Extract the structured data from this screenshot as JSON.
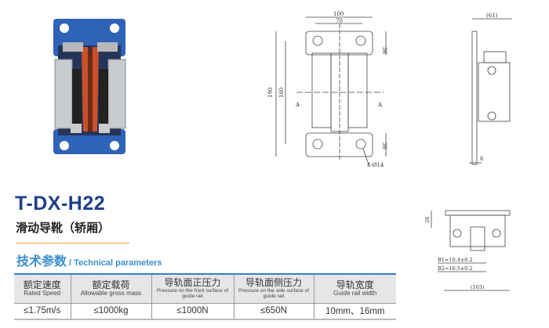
{
  "product": {
    "model": "T-DX-H22",
    "name": "滑动导靴（轿厢）"
  },
  "section": {
    "title_cn": "技术参数",
    "title_en": "/ Technical parameters"
  },
  "table": {
    "headers": [
      {
        "cn": "额定速度",
        "en": "Rated Speed"
      },
      {
        "cn": "额定载荷",
        "en": "Allowable gross mass"
      },
      {
        "cn": "导轨面正压力",
        "en": "Pressure on the front surface of guide rail"
      },
      {
        "cn": "导轨面侧压力",
        "en": "Pressure on the side surface of guide rail"
      },
      {
        "cn": "导轨宽度",
        "en": "Guide rail width"
      }
    ],
    "row": [
      "≤1.75m/s",
      "≤1000kg",
      "≤1000N",
      "≤650N",
      "10mm、16mm"
    ]
  },
  "drawing": {
    "front": {
      "width_total": "100",
      "hole_spacing": "70",
      "height_total": "190",
      "hole_vertical": "160",
      "top_offset": "36",
      "bottom_offset": "36",
      "section_mark": "A",
      "holes": "4-Ø14"
    },
    "side": {
      "depth": "(61)",
      "plate": "6"
    },
    "bottom": {
      "height": "26",
      "b1": "B1=10.4±0.2",
      "b2": "B2=16.5±0.2",
      "width": "(103)"
    }
  },
  "colors": {
    "title": "#1d3e8c",
    "accent": "#3a8ed0",
    "rule": "#f0a040",
    "plate": "#2f63b8",
    "liner": "#c9502a"
  }
}
